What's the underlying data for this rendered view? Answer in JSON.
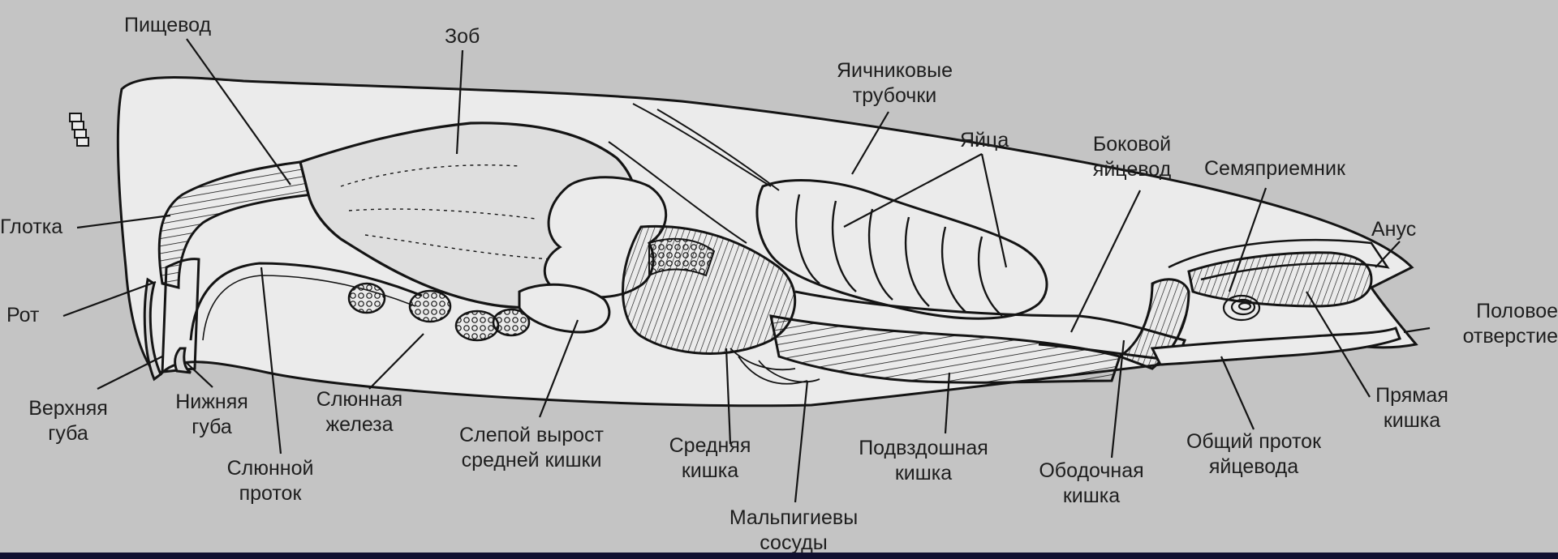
{
  "labels": {
    "pishchevod": "Пищевод",
    "zob": "Зоб",
    "yaichnikovye": [
      "Яичниковые",
      "трубочки"
    ],
    "yaitsa": "Яйца",
    "bokovoy": [
      "Боковой",
      "яйцевод"
    ],
    "semyapriemnik": "Семяприемник",
    "anus": "Анус",
    "glotka": "Глотка",
    "rot": "Рот",
    "polovoe": [
      "Половое",
      "отверстие"
    ],
    "verkhnyaya": [
      "Верхняя",
      "губа"
    ],
    "nizhnyaya": [
      "Нижняя",
      "губа"
    ],
    "slyunnaya": [
      "Слюнная",
      "железа"
    ],
    "slepoy": [
      "Слепой вырост",
      "средней кишки"
    ],
    "srednyaya": [
      "Средняя",
      "кишка"
    ],
    "podvzdoshnaya": [
      "Подвздошная",
      "кишка"
    ],
    "obodochnaya": [
      "Ободочная",
      "кишка"
    ],
    "obshchiy": [
      "Общий проток",
      "яйцевода"
    ],
    "pryamaya": [
      "Прямая",
      "кишка"
    ],
    "slyunnoy": [
      "Слюнной",
      "проток"
    ],
    "malpigievy": [
      "Мальпигиевы",
      "сосуды"
    ]
  },
  "colors": {
    "background": "#c4c4c4",
    "body_fill": "#ebebeb",
    "organ_fill": "#d9d9d9",
    "ink": "#141414"
  }
}
